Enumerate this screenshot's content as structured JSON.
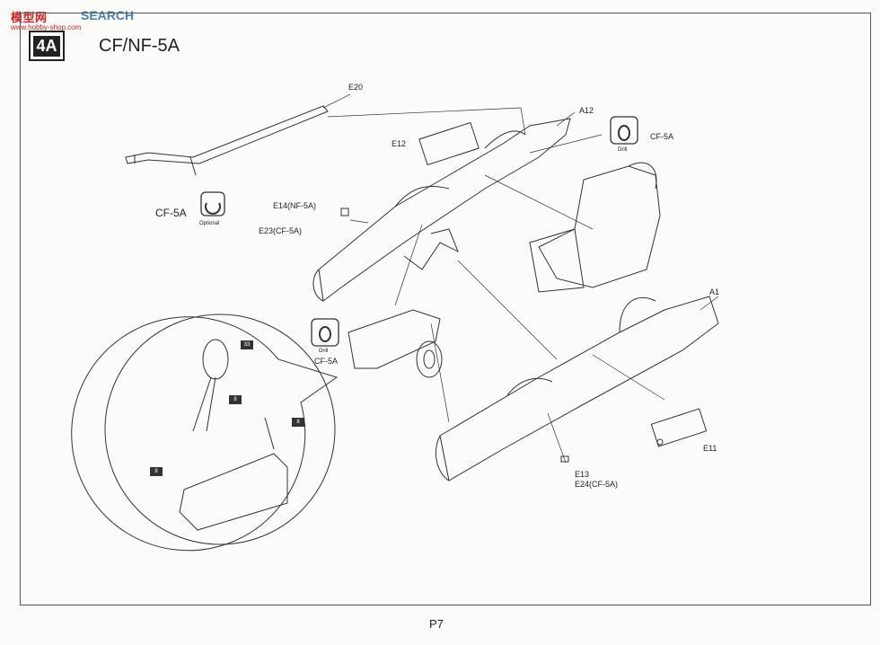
{
  "watermark": {
    "brand": "模型网",
    "search": "SEARCH",
    "url": "www.hobby-shop.com"
  },
  "step": {
    "number": "4A"
  },
  "variant_title": "CF/NF-5A",
  "parts": {
    "e20": "E20",
    "a12": "A12",
    "e12": "E12",
    "e14": "E14(NF-5A)",
    "e23": "E23(CF-5A)",
    "a1": "A1",
    "e11": "E11",
    "e13": "E13",
    "e24": "E24(CF-5A)"
  },
  "callouts": {
    "cf5a_optional": "CF-5A",
    "optional": "Optional",
    "drill_top": "Drill",
    "cf5a_drill_top": "CF-5A",
    "drill_mid": "Drill",
    "cf5a_drill_mid": "CF-5A"
  },
  "detail_refs": {
    "r33": "33",
    "r8a": "8",
    "r8b": "8",
    "r8c": "8"
  },
  "footer": {
    "page": "P7"
  }
}
